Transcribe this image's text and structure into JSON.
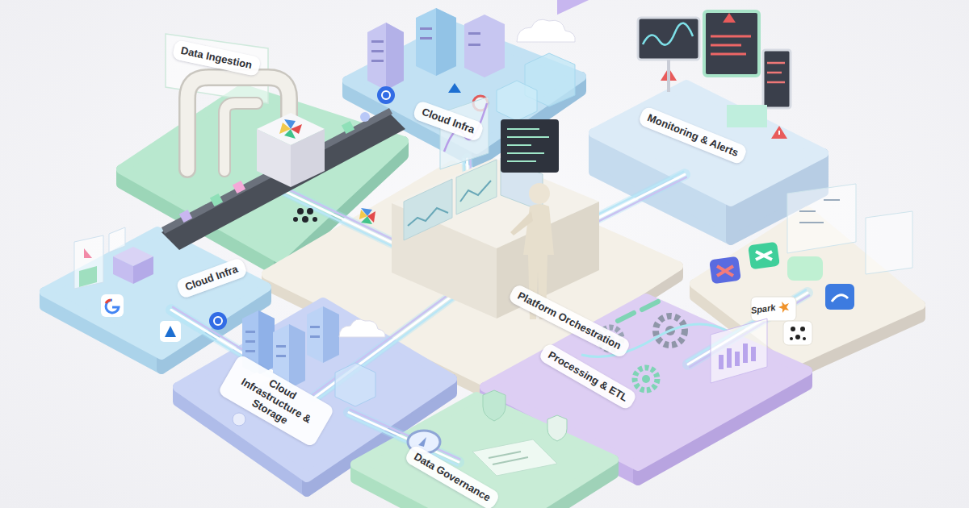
{
  "diagram": {
    "nodes": [
      {
        "text": [
          "Data Ingestion"
        ]
      },
      {
        "text": [
          "Cloud Infra"
        ]
      },
      {
        "text": [
          "Monitoring & Alerts"
        ]
      },
      {
        "text": [
          "Cloud Infra"
        ]
      },
      {
        "text": [
          "Platform Orchestration"
        ]
      },
      {
        "text": [
          "Cloud Infrastructure & Storage"
        ]
      },
      {
        "text": [
          "Processing & ETL"
        ]
      },
      {
        "text": [
          "Data Governance"
        ]
      },
      {
        "text": [
          "Spark"
        ]
      }
    ],
    "edges": [
      {
        "from": 0,
        "to": 4,
        "arrow": "none"
      },
      {
        "from": 1,
        "to": 4,
        "arrow": "none"
      },
      {
        "from": 2,
        "to": 4,
        "arrow": "none"
      },
      {
        "from": 3,
        "to": 5,
        "arrow": "none"
      },
      {
        "from": 5,
        "to": 4,
        "arrow": "none"
      },
      {
        "from": 5,
        "to": 7,
        "arrow": "none"
      },
      {
        "from": 8,
        "to": 6,
        "arrow": "none"
      }
    ]
  }
}
